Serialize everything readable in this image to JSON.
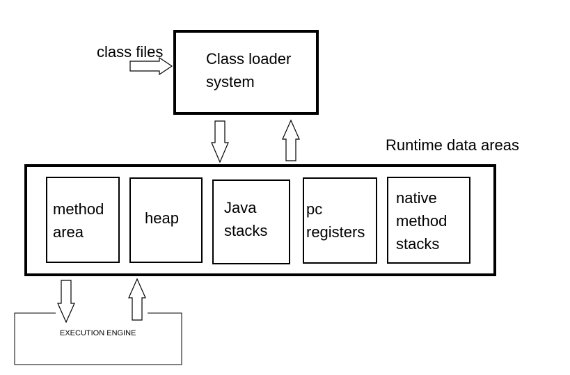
{
  "class_files": {
    "label": "class files"
  },
  "class_loader": {
    "label": "Class loader\nsystem"
  },
  "runtime": {
    "title": "Runtime data areas",
    "areas": [
      {
        "label": "method\narea"
      },
      {
        "label": "heap"
      },
      {
        "label": "Java\nstacks"
      },
      {
        "label": "pc\nregisters"
      },
      {
        "label": "native\nmethod\nstacks"
      }
    ]
  },
  "execution_engine": {
    "label": "EXECUTION ENGINE"
  }
}
